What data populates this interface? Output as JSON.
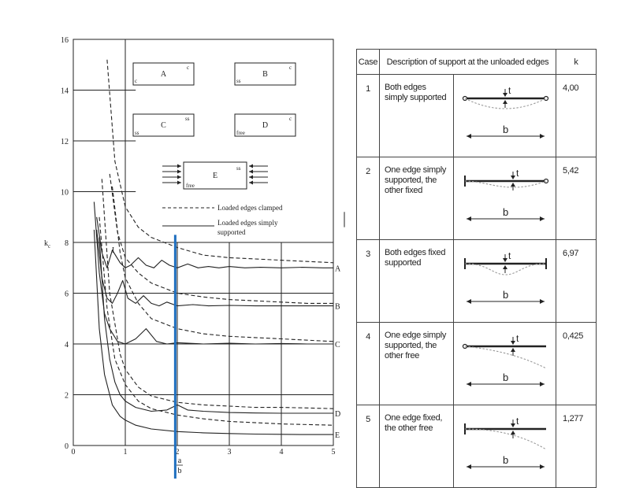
{
  "chart_data": {
    "type": "line",
    "xlabel": "a/b",
    "ylabel": "kc",
    "xlim": [
      0,
      5
    ],
    "ylim": [
      0,
      16
    ],
    "x_ticks": [
      "0",
      "1",
      "2",
      "3",
      "4",
      "5"
    ],
    "y_ticks": [
      "0",
      "2",
      "4",
      "6",
      "8",
      "10",
      "12",
      "14",
      "16"
    ],
    "curve_labels": [
      "A",
      "B",
      "C",
      "D",
      "E"
    ],
    "marker_label": "I",
    "edge_marks": {
      "c": "c",
      "ss": "ss",
      "free": "free"
    },
    "boxes": [
      "A",
      "B",
      "C",
      "D",
      "E"
    ],
    "legend": {
      "dashed": "Loaded edges clamped",
      "solid_line1": "Loaded edges simply",
      "solid_line2": "supported"
    },
    "series": [
      {
        "style": "dashed",
        "x": [
          0.65,
          0.8,
          1.0,
          1.25,
          1.5,
          2.0,
          2.5,
          3.0,
          3.5,
          4.0,
          4.5,
          5.0
        ],
        "y": [
          15.2,
          11.2,
          9.4,
          8.6,
          8.2,
          7.8,
          7.5,
          7.4,
          7.35,
          7.3,
          7.25,
          7.2
        ]
      },
      {
        "style": "dashed",
        "x": [
          0.7,
          0.85,
          1.0,
          1.25,
          1.5,
          2.0,
          2.5,
          3.0,
          3.5,
          4.0,
          4.5,
          5.0
        ],
        "y": [
          10.7,
          8.4,
          7.4,
          6.8,
          6.4,
          6.0,
          5.85,
          5.75,
          5.7,
          5.65,
          5.6,
          5.6
        ]
      },
      {
        "style": "dashed",
        "x": [
          0.75,
          0.9,
          1.0,
          1.25,
          1.5,
          2.0,
          2.5,
          3.0,
          3.5,
          4.0,
          4.5,
          5.0
        ],
        "y": [
          10.2,
          7.6,
          6.6,
          5.6,
          5.0,
          4.6,
          4.4,
          4.3,
          4.25,
          4.2,
          4.15,
          4.1
        ]
      },
      {
        "style": "dashed",
        "x": [
          0.55,
          0.7,
          0.9,
          1.0,
          1.25,
          1.5,
          2.0,
          2.5,
          3.0,
          3.5,
          4.0,
          4.5,
          5.0
        ],
        "y": [
          10.5,
          6.0,
          3.6,
          3.0,
          2.3,
          1.95,
          1.7,
          1.6,
          1.55,
          1.5,
          1.5,
          1.48,
          1.45
        ]
      },
      {
        "style": "dashed",
        "x": [
          0.5,
          0.65,
          0.8,
          1.0,
          1.25,
          1.5,
          2.0,
          2.5,
          3.0,
          4.0,
          5.0
        ],
        "y": [
          9.0,
          5.4,
          3.4,
          2.4,
          1.75,
          1.45,
          1.2,
          1.05,
          0.95,
          0.85,
          0.8
        ]
      },
      {
        "style": "solid",
        "x": [
          0.45,
          0.55,
          0.65,
          0.75,
          0.9,
          1.0,
          1.1,
          1.25,
          1.4,
          1.55,
          1.7,
          1.85,
          2.0,
          2.2,
          2.4,
          2.6,
          2.8,
          3.0,
          3.3,
          3.6,
          4.0,
          4.4,
          4.8,
          5.0
        ],
        "y": [
          9.0,
          7.6,
          7.0,
          7.7,
          7.2,
          7.0,
          7.1,
          7.4,
          7.1,
          7.0,
          7.3,
          7.1,
          7.0,
          7.15,
          7.0,
          7.05,
          7.0,
          7.05,
          7.0,
          7.02,
          7.0,
          7.02,
          7.0,
          7.0
        ]
      },
      {
        "style": "solid",
        "x": [
          0.45,
          0.55,
          0.65,
          0.75,
          0.85,
          0.95,
          1.05,
          1.2,
          1.35,
          1.5,
          1.65,
          1.8,
          2.0,
          2.3,
          2.6,
          3.0,
          3.5,
          4.0,
          4.5,
          5.0
        ],
        "y": [
          8.5,
          6.6,
          5.8,
          5.6,
          6.0,
          6.5,
          5.8,
          5.6,
          5.9,
          5.6,
          5.5,
          5.65,
          5.5,
          5.55,
          5.5,
          5.52,
          5.5,
          5.5,
          5.5,
          5.5
        ]
      },
      {
        "style": "solid",
        "x": [
          0.4,
          0.5,
          0.6,
          0.7,
          0.85,
          1.0,
          1.2,
          1.4,
          1.6,
          1.8,
          2.0,
          2.5,
          3.0,
          3.5,
          4.0,
          4.5,
          5.0
        ],
        "y": [
          9.6,
          6.8,
          5.2,
          4.6,
          4.1,
          4.0,
          4.2,
          4.6,
          4.1,
          4.0,
          4.05,
          4.0,
          4.03,
          4.0,
          4.02,
          4.0,
          4.0
        ]
      },
      {
        "style": "solid",
        "x": [
          0.5,
          0.6,
          0.7,
          0.8,
          0.9,
          1.0,
          1.2,
          1.5,
          1.8,
          2.0,
          2.2,
          2.5,
          3.0,
          3.5,
          4.0,
          4.5,
          5.0
        ],
        "y": [
          8.2,
          5.0,
          3.4,
          2.5,
          2.0,
          1.75,
          1.5,
          1.35,
          1.4,
          1.6,
          1.4,
          1.35,
          1.3,
          1.28,
          1.27,
          1.27,
          1.27
        ]
      },
      {
        "style": "solid",
        "x": [
          0.4,
          0.5,
          0.6,
          0.75,
          0.9,
          1.0,
          1.2,
          1.5,
          2.0,
          2.5,
          3.0,
          3.5,
          4.0,
          4.5,
          5.0
        ],
        "y": [
          8.5,
          4.6,
          2.8,
          1.6,
          1.15,
          1.0,
          0.8,
          0.65,
          0.55,
          0.5,
          0.47,
          0.45,
          0.44,
          0.43,
          0.43
        ]
      }
    ],
    "marker": {
      "x": 1.96
    },
    "grid": true
  },
  "table": {
    "headers": [
      "Case",
      "Description of support at the unloaded edges",
      "k"
    ],
    "fig_label_b": "b",
    "fig_label_t": "t",
    "rows": [
      {
        "case": "1",
        "desc": "Both edges simply supported",
        "k": "4,00",
        "fig": "ss-ss"
      },
      {
        "case": "2",
        "desc": "One edge simply supported, the other fixed",
        "k": "5,42",
        "fig": "fixed-ss"
      },
      {
        "case": "3",
        "desc": "Both edges fixed supported",
        "k": "6,97",
        "fig": "fixed-fixed"
      },
      {
        "case": "4",
        "desc": "One edge simply supported, the other free",
        "k": "0,425",
        "fig": "ss-free"
      },
      {
        "case": "5",
        "desc": "One edge fixed, the other free",
        "k": "1,277",
        "fig": "fixed-free"
      }
    ]
  },
  "colors": {
    "marker": "#1f6fbf",
    "ink": "#222222",
    "deflection": "#9a9a9a"
  }
}
